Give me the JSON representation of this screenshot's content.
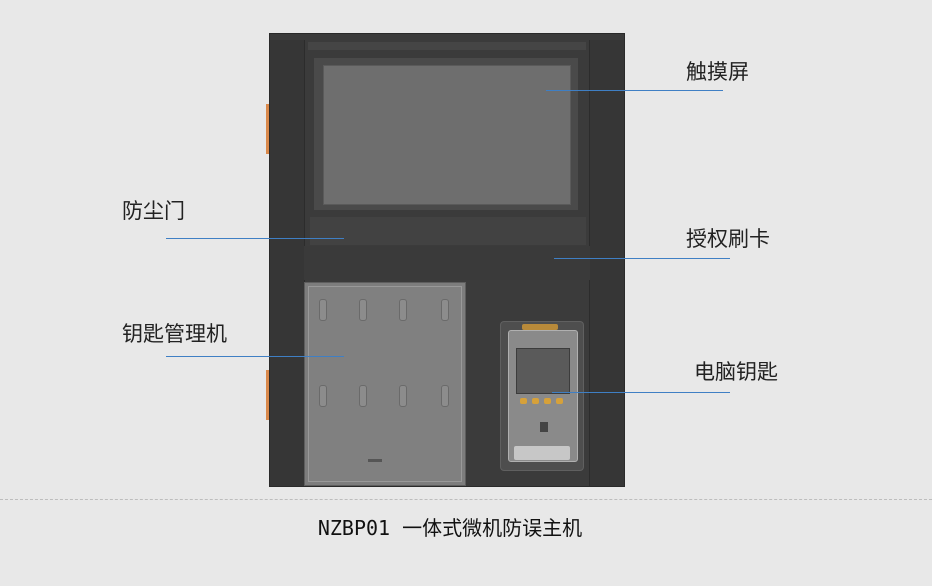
{
  "labels": {
    "touchscreen": "触摸屏",
    "dust_door": "防尘门",
    "card_auth": "授权刷卡",
    "key_manager": "钥匙管理机",
    "computer_key": "电脑钥匙"
  },
  "caption": "NZBP01 一体式微机防误主机",
  "colors": {
    "background": "#e8e8e8",
    "cabinet": "#3b3b3b",
    "screen": "#6e6e6e",
    "leader_line": "#3f7fc4",
    "accent_buttons": "#d6a13a"
  }
}
